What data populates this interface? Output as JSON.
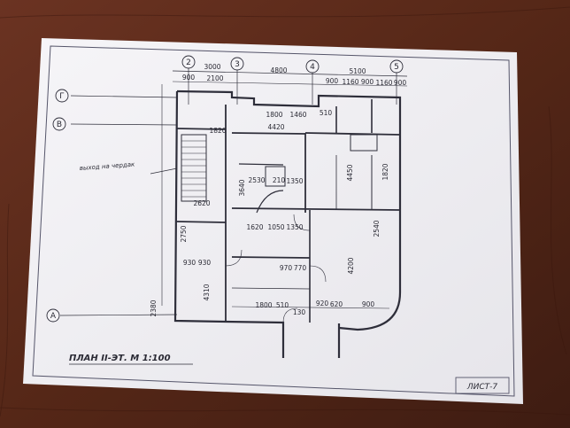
{
  "sheet": {
    "title": "ПЛАН II-ЭТ. М 1:100",
    "sheet_no": "ЛИСТ-7",
    "note": "выход на чердак"
  },
  "axes": {
    "columns": [
      "2",
      "3",
      "4",
      "5"
    ],
    "rows": [
      "Г",
      "В",
      "А"
    ]
  },
  "top_dimensions": {
    "bays": [
      "3000",
      "4800",
      "5100"
    ],
    "row2": [
      "900",
      "2100",
      "900",
      "1160",
      "900",
      "1160",
      "900"
    ]
  },
  "dimensions": {
    "upper": [
      "1800",
      "1460",
      "4420",
      "510",
      "1820",
      "2530",
      "210"
    ],
    "middle": [
      "2620",
      "1350",
      "1620",
      "1050",
      "1350",
      "2750",
      "4450",
      "2540",
      "3640",
      "1820"
    ],
    "lower": [
      "930",
      "930",
      "4310",
      "1800",
      "510",
      "620",
      "920",
      "4200",
      "2380",
      "900",
      "970",
      "130",
      "770"
    ]
  },
  "colors": {
    "table": "#5a2a1a",
    "paper": "#f3f2f5",
    "ink": "#2a2a34"
  }
}
